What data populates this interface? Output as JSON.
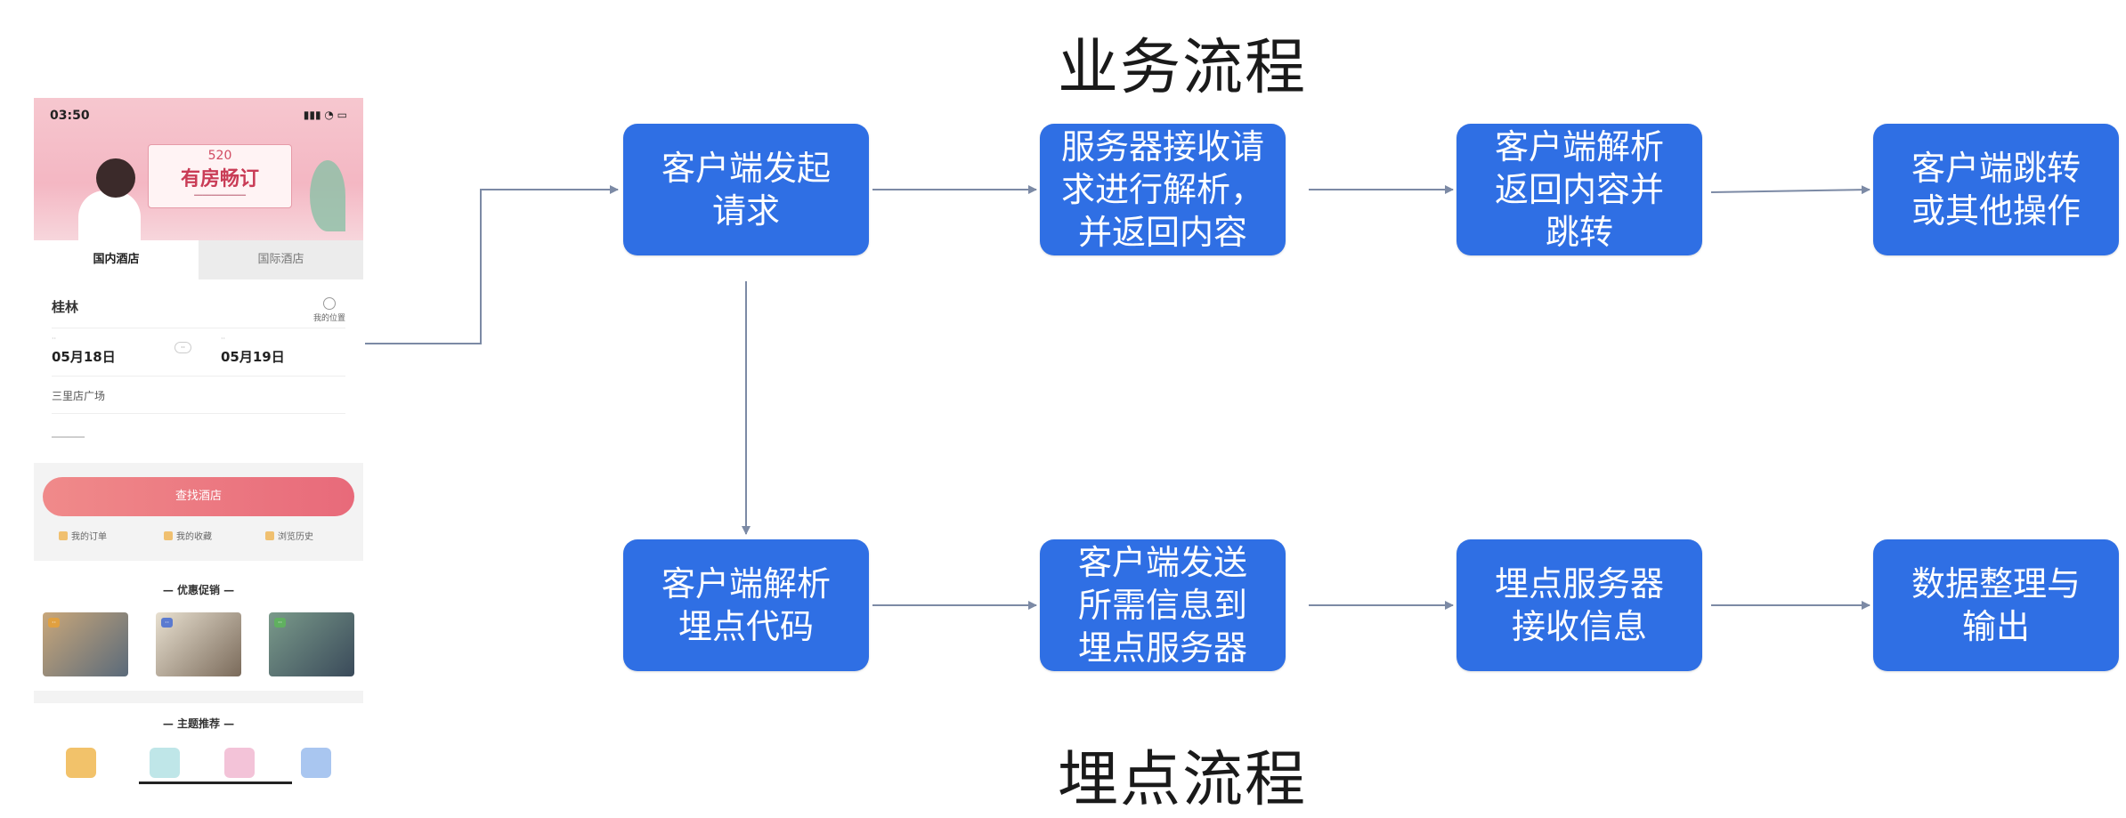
{
  "titles": {
    "top": "业务流程",
    "bottom": "埋点流程"
  },
  "business_flow": [
    {
      "id": "b1",
      "text": "客户端发起\n请求"
    },
    {
      "id": "b2",
      "text": "服务器接收请\n求进行解析，\n并返回内容"
    },
    {
      "id": "b3",
      "text": "客户端解析\n返回内容并\n跳转"
    },
    {
      "id": "b4",
      "text": "客户端跳转\n或其他操作"
    }
  ],
  "tracking_flow": [
    {
      "id": "t1",
      "text": "客户端解析\n埋点代码"
    },
    {
      "id": "t2",
      "text": "客户端发送\n所需信息到\n埋点服务器"
    },
    {
      "id": "t3",
      "text": "埋点服务器\n接收信息"
    },
    {
      "id": "t4",
      "text": "数据整理与\n输出"
    }
  ],
  "colors": {
    "box": "#2f6fe4",
    "arrow": "#7c8aa5",
    "text_on_box": "#ffffff"
  },
  "phone": {
    "status_time": "03:50",
    "banner_number": "520",
    "banner_title": "有房畅订",
    "tabs": [
      "国内酒店",
      "国际酒店"
    ],
    "city": "桂林",
    "my_location": "我的位置",
    "check_in_date": "05月18日",
    "check_out_date": "05月19日",
    "area": "三里店广场",
    "search_button": "查找酒店",
    "quick_links": [
      "我的订单",
      "我的收藏",
      "浏览历史"
    ],
    "section_promo": "— 优惠促销 —",
    "section_theme": "— 主题推荐 —"
  }
}
